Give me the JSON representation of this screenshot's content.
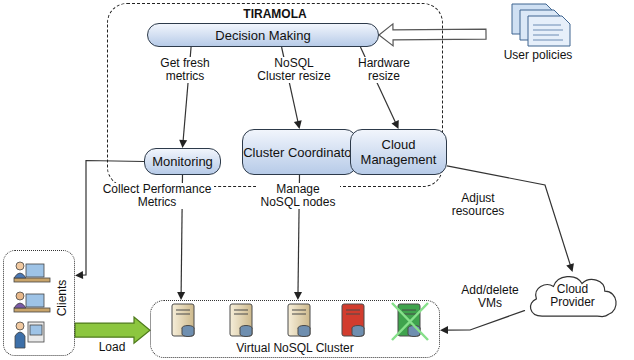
{
  "diagram": {
    "nodes": [
      {
        "text": [
          "TIRAMOLA"
        ]
      },
      {
        "text": [
          "Decision Making"
        ],
        "in": 0
      },
      {
        "text": [
          "Monitoring"
        ],
        "in": 0
      },
      {
        "text": [
          "Cluster Coordinator"
        ],
        "in": 0
      },
      {
        "text": [
          "Cloud Management"
        ],
        "in": 0
      },
      {
        "text": [
          "User policies"
        ]
      },
      {
        "text": [
          "Clients"
        ]
      },
      {
        "text": [
          "Virtual NoSQL Cluster"
        ]
      },
      {
        "text": [
          "Cloud Provider"
        ]
      }
    ],
    "edges": [
      {
        "from": 1,
        "to": 2,
        "label": "Get fresh metrics",
        "arrow": "to"
      },
      {
        "from": 1,
        "to": 3,
        "label": "NoSQL Cluster resize",
        "arrow": "to"
      },
      {
        "from": 1,
        "to": 4,
        "label": "Hardware resize",
        "arrow": "to"
      },
      {
        "from": 5,
        "to": 1,
        "arrow": "to"
      },
      {
        "from": 2,
        "to": 7,
        "label": "Collect Performance Metrics",
        "arrow": "to"
      },
      {
        "from": 2,
        "to": 6,
        "arrow": "to"
      },
      {
        "from": 3,
        "to": 7,
        "label": "Manage NoSQL nodes",
        "arrow": "to"
      },
      {
        "from": 4,
        "to": 8,
        "label": "Adjust resources",
        "arrow": "to"
      },
      {
        "from": 8,
        "to": 7,
        "label": "Add/delete VMs",
        "arrow": "to"
      },
      {
        "from": 6,
        "to": 7,
        "label": "Load",
        "arrow": "to"
      }
    ]
  }
}
